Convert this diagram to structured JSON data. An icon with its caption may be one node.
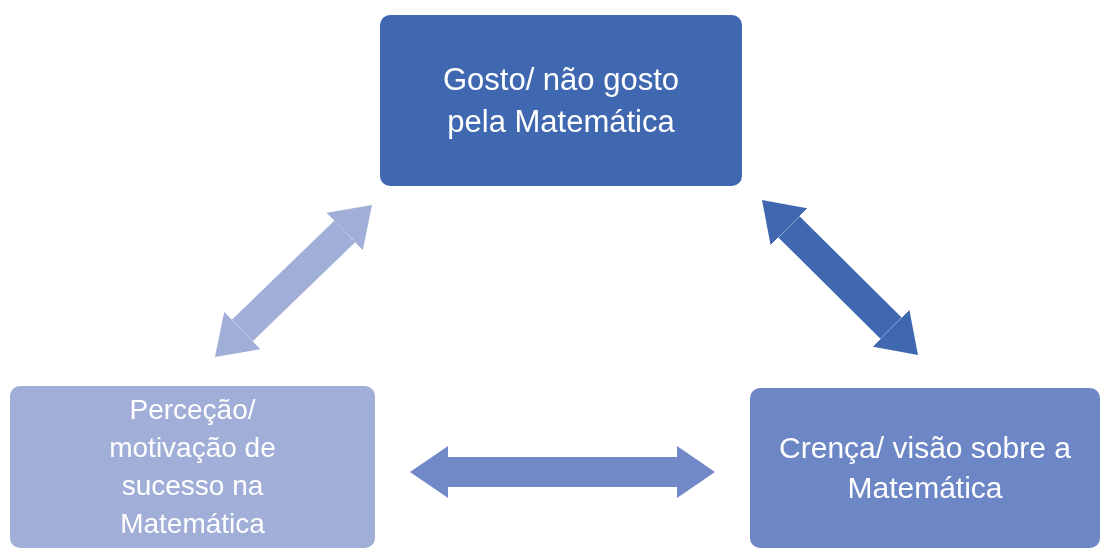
{
  "diagram": {
    "nodes": [
      {
        "text": [
          "Gosto/ não gosto pela Matemática"
        ]
      },
      {
        "text": [
          "Perceção/ motivação de sucesso na Matemática"
        ]
      },
      {
        "text": [
          "Crença/ visão sobre a Matemática"
        ]
      }
    ],
    "edges": [
      {
        "from": 1,
        "to": 0,
        "arrow": "both",
        "color": "#a0aed8"
      },
      {
        "from": 0,
        "to": 2,
        "arrow": "both",
        "color": "#3f68b0"
      },
      {
        "from": 1,
        "to": 2,
        "arrow": "both",
        "color": "#7189c7"
      }
    ]
  }
}
